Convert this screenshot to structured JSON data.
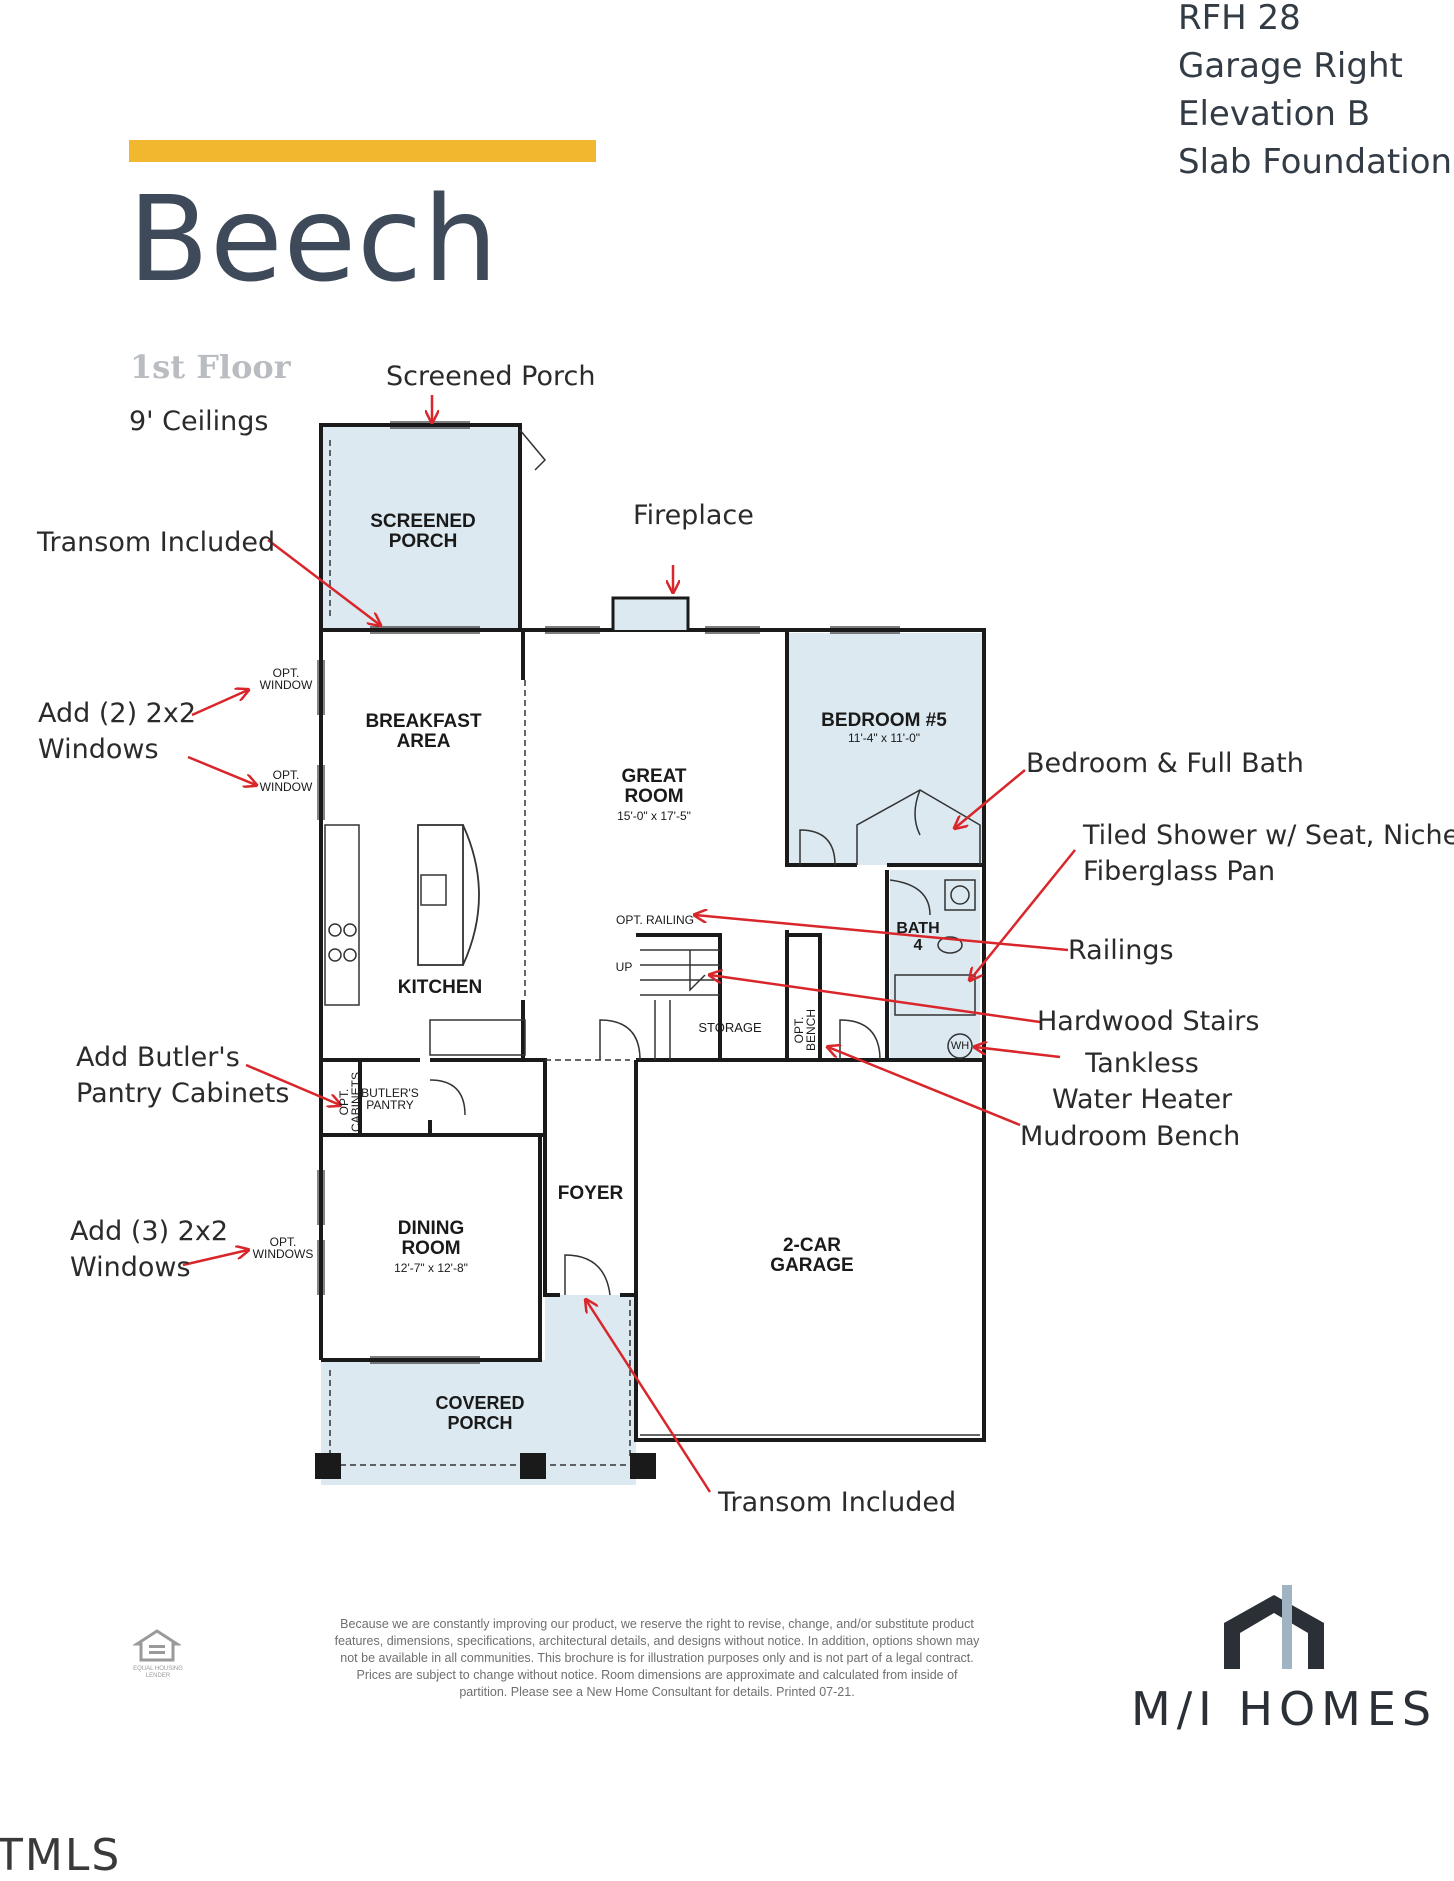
{
  "header": {
    "lines": [
      "RFH 28",
      "Garage Right",
      "Elevation B",
      "Slab Foundation"
    ]
  },
  "plan_name": "Beech",
  "floor": {
    "label": "1st Floor",
    "ceilings": "9' Ceilings"
  },
  "rooms": {
    "screened_porch": [
      "SCREENED",
      "PORCH"
    ],
    "breakfast": [
      "BREAKFAST",
      "AREA"
    ],
    "great_room": [
      "GREAT",
      "ROOM"
    ],
    "great_room_dim": "15'-0\" x 17'-5\"",
    "bedroom5": "BEDROOM #5",
    "bedroom5_dim": "11'-4\" x 11'-0\"",
    "bath4": [
      "BATH",
      "4"
    ],
    "kitchen": "KITCHEN",
    "storage": "STORAGE",
    "butlers_pantry": [
      "BUTLER'S",
      "PANTRY"
    ],
    "opt_cabinets": [
      "OPT.",
      "CABINETS"
    ],
    "opt_bench": [
      "OPT.",
      "BENCH"
    ],
    "wh": "WH",
    "up": "UP",
    "opt_railing": "OPT. RAILING",
    "foyer": "FOYER",
    "dining": [
      "DINING",
      "ROOM"
    ],
    "dining_dim": "12'-7\" x 12'-8\"",
    "garage": [
      "2-CAR",
      "GARAGE"
    ],
    "covered_porch": [
      "COVERED",
      "PORCH"
    ],
    "opt_window_1": [
      "OPT.",
      "WINDOW"
    ],
    "opt_window_2": [
      "OPT.",
      "WINDOW"
    ],
    "opt_windows": [
      "OPT.",
      "WINDOWS"
    ]
  },
  "callouts": {
    "screened_porch": "Screened Porch",
    "transom_top": "Transom Included",
    "fireplace": "Fireplace",
    "add2_windows": [
      "Add (2) 2x2",
      "Windows"
    ],
    "bedroom_bath": "Bedroom & Full Bath",
    "tiled_shower": [
      "Tiled Shower w/ Seat, Niche &",
      "Fiberglass Pan"
    ],
    "railings": "Railings",
    "hardwood_stairs": "Hardwood Stairs",
    "tankless": [
      "Tankless",
      "Water Heater"
    ],
    "mudroom": "Mudroom Bench",
    "butlers": [
      "Add Butler's",
      "Pantry Cabinets"
    ],
    "add3_windows": [
      "Add (3) 2x2",
      "Windows"
    ],
    "transom_bottom": "Transom Included"
  },
  "disclaimer": [
    "Because we are constantly improving our product, we reserve the right to revise, change, and/or substitute product",
    "features, dimensions, specifications, architectural details, and designs without notice. In addition, options shown may",
    "not be available in all communities. This brochure is for illustration purposes only and is not part of a legal contract.",
    "Prices are subject to change without notice. Room dimensions are approximate and calculated from inside of",
    "partition. Please see a New Home Consultant for details. Printed 07-21."
  ],
  "equal_housing": [
    "EQUAL HOUSING",
    "LENDER"
  ],
  "brand": "M/I HOMES",
  "watermark": "TMLS",
  "colors": {
    "accent": "#f1b72f",
    "title": "#3e4a5a",
    "room_fill": "#dce9f0",
    "arrow": "#d9262b",
    "wall": "#1a1a1a"
  }
}
